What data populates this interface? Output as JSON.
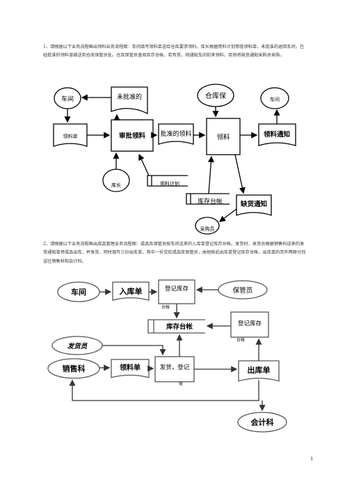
{
  "text": {
    "q1": "1、请根据以下业务流程画出领料业务流程图：车间填写领料单送给仓库要求领料，库长根据用料计划审批领料单，未批准的退回车间，已经批准的领料单被送到仓库保管员处。仓库保管员查阅库存台帐，若有货，则通知车间前来领料，否则将缺货通知采购员采购。",
    "q2": "2、请根据以下业务流程画出成品管理业务流程图：成品库保管员按车间送来的入库单登记库存台帐。发货时，发货员根据销售科送来的发货通知单将成品出库，并发货，同时填写三份出库单，其中一份交给成品库保管员，由他按此出库单登记库存台帐，出库单的另外两联分别送往销售科和会计科。",
    "page_number": "1"
  },
  "diagram1": {
    "chejian": "车间",
    "weipizhun": "未批准的",
    "cangkubao": "仓库保",
    "chejian2": "车间",
    "lingliaodan": "领料单",
    "shenpi": "审批领料",
    "pizhun": "批准的领料",
    "lingliao": "领料",
    "tongzhi": "领料通知",
    "kuchang": "库长",
    "yongliao": "用料计划",
    "kucun": "库存台帐",
    "quehuo": "缺货通知",
    "caigou": "采购员"
  },
  "diagram2": {
    "chejian": "车间",
    "rukudan": "入库单",
    "dengji1a": "登记库存",
    "dengji1b": "台帐",
    "baoguan": "保管员",
    "kucun": "库存台帐",
    "dengji2a": "登记库存",
    "dengji2b": "台帐",
    "fahuoyuan": "发货员",
    "xiaoshou": "销售科",
    "lingliaodan": "领料单",
    "fahuoa": "发货，登记",
    "fahuob": "账",
    "chuku": "出库单",
    "kuaiji": "会计科"
  }
}
